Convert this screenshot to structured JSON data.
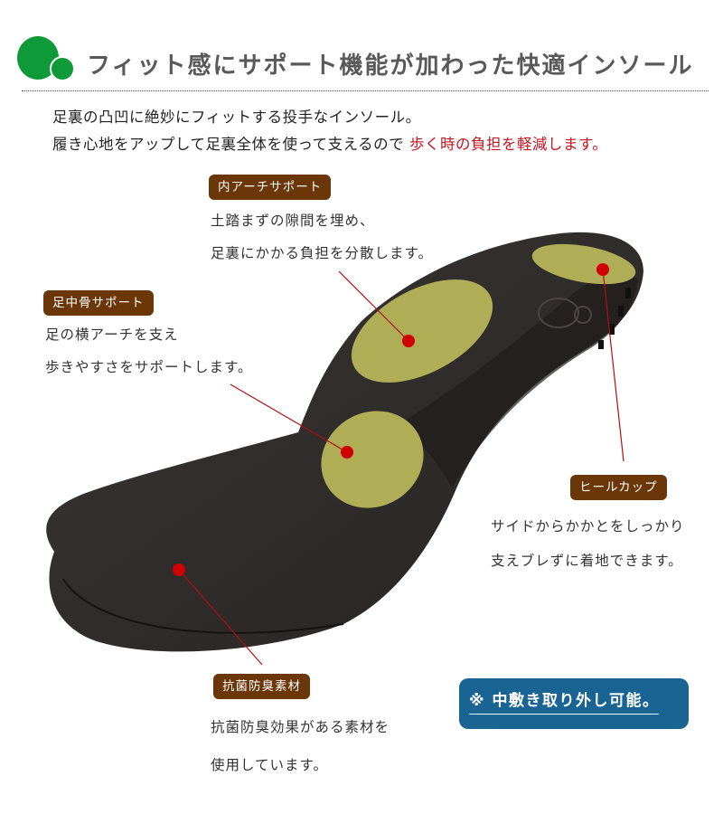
{
  "header": {
    "logo": {
      "icon": "green-circles-logo-icon",
      "color": "#0e9a38"
    },
    "title": "フィット感にサポート機能が加わった快適インソール",
    "title_color": "#595959"
  },
  "intro": {
    "line1": "足裏の凸凹に絶妙にフィットする投手なインソール。",
    "line2_normal": "履き心地をアップして足裏全体を使って支えるので ",
    "line2_highlight": "歩く時の負担を軽減します。",
    "highlight_color": "#c8141e"
  },
  "colors": {
    "badge_bg": "#6b3608",
    "insole": "#2f2c2b",
    "support_pad": "#b0ad57",
    "marker": "#d00000",
    "note_bg": "#1a6493"
  },
  "callouts": [
    {
      "id": "inner-arch",
      "label": "内アーチサポート",
      "lines": [
        "土踏まずの隙間を埋め、",
        "足裏にかかる負担を分散します。"
      ]
    },
    {
      "id": "metatarsal",
      "label": "足中骨サポート",
      "lines": [
        "足の横アーチを支え",
        "歩きやすさをサポートします。"
      ]
    },
    {
      "id": "heel-cup",
      "label": "ヒールカップ",
      "lines": [
        "サイドからかかとをしっかり",
        "支えブレずに着地できます。"
      ]
    },
    {
      "id": "antibacterial",
      "label": "抗菌防臭素材",
      "lines": [
        "抗菌防臭効果がある素材を",
        "使用しています。"
      ]
    }
  ],
  "note": {
    "text": "※ 中敷き取り外し可能。"
  }
}
